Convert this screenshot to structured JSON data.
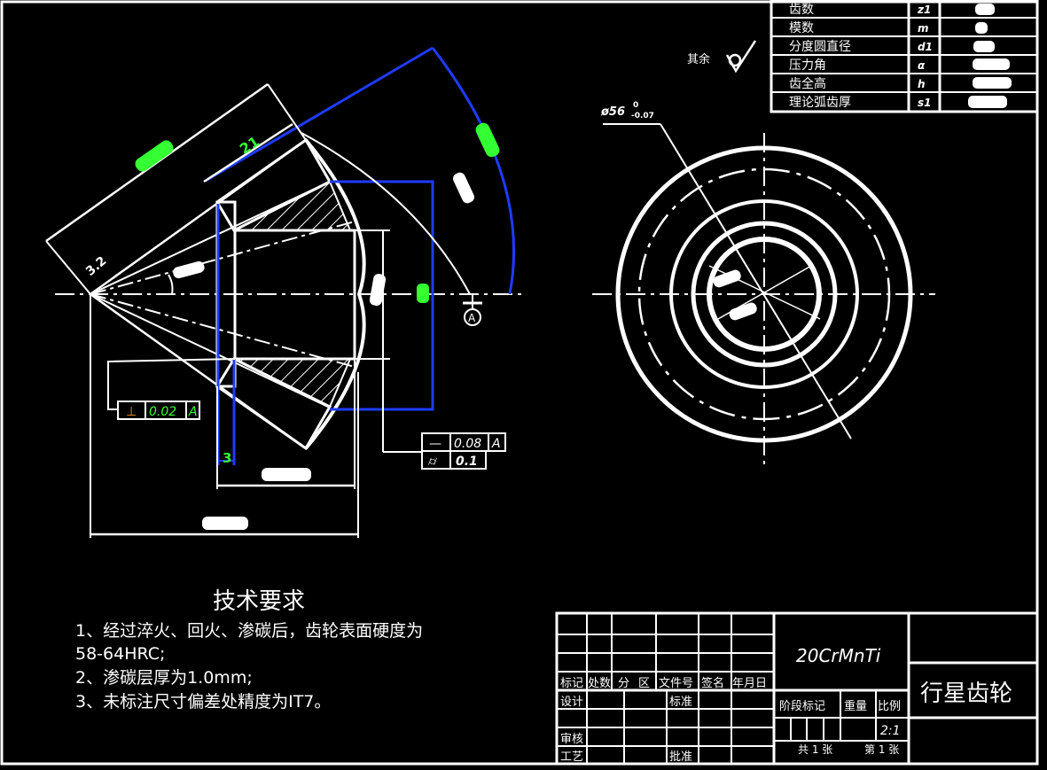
{
  "param_table": {
    "rows": [
      {
        "name": "齿数",
        "symbol": "z1",
        "value": ""
      },
      {
        "name": "模数",
        "symbol": "m",
        "value": ""
      },
      {
        "name": "分度圆直径",
        "symbol": "d1",
        "value": ""
      },
      {
        "name": "压力角",
        "symbol": "α",
        "value": ""
      },
      {
        "name": "齿全高",
        "symbol": "h",
        "value": ""
      },
      {
        "name": "理论弧齿厚",
        "symbol": "s1",
        "value": ""
      }
    ]
  },
  "surface_note": {
    "label": "其余"
  },
  "side_view": {
    "dim_length_21": "21",
    "dim_3_2": "3.2",
    "dim_3": "3",
    "dim_small_letter": "A",
    "tolerance_left": {
      "symbol": "⊥",
      "value": "0.02",
      "datum": "A"
    },
    "tolerance_right_1": {
      "symbol": "—",
      "value": "0.08",
      "datum": "A"
    },
    "tolerance_right_2": {
      "symbol": "⌭",
      "value": "0.1"
    }
  },
  "front_view": {
    "diameter_label": "ø56",
    "upper_tol": "0",
    "lower_tol": "-0.07"
  },
  "tech_requirements": {
    "title": "技术要求",
    "items": [
      "1、经过淬火、回火、渗碳后，齿轮表面硬度为",
      "58-64HRC;",
      "2、渗碳层厚为1.0mm;",
      "3、未标注尺寸偏差处精度为IT7。"
    ]
  },
  "title_block": {
    "material": "20CrMnTi",
    "part_name": "行星齿轮",
    "header_cells": [
      "标记",
      "处数",
      "分",
      "区",
      "文件号",
      "签名",
      "年月日"
    ],
    "design": "设计",
    "standard": "标准",
    "review": "审核",
    "process": "工艺",
    "approve": "批准",
    "stage_mark": "阶段标记",
    "weight": "重量",
    "scale_label": "比例",
    "scale_value": "2:1",
    "sheet_total": "共 1 张",
    "sheet_no": "第 1 张"
  }
}
